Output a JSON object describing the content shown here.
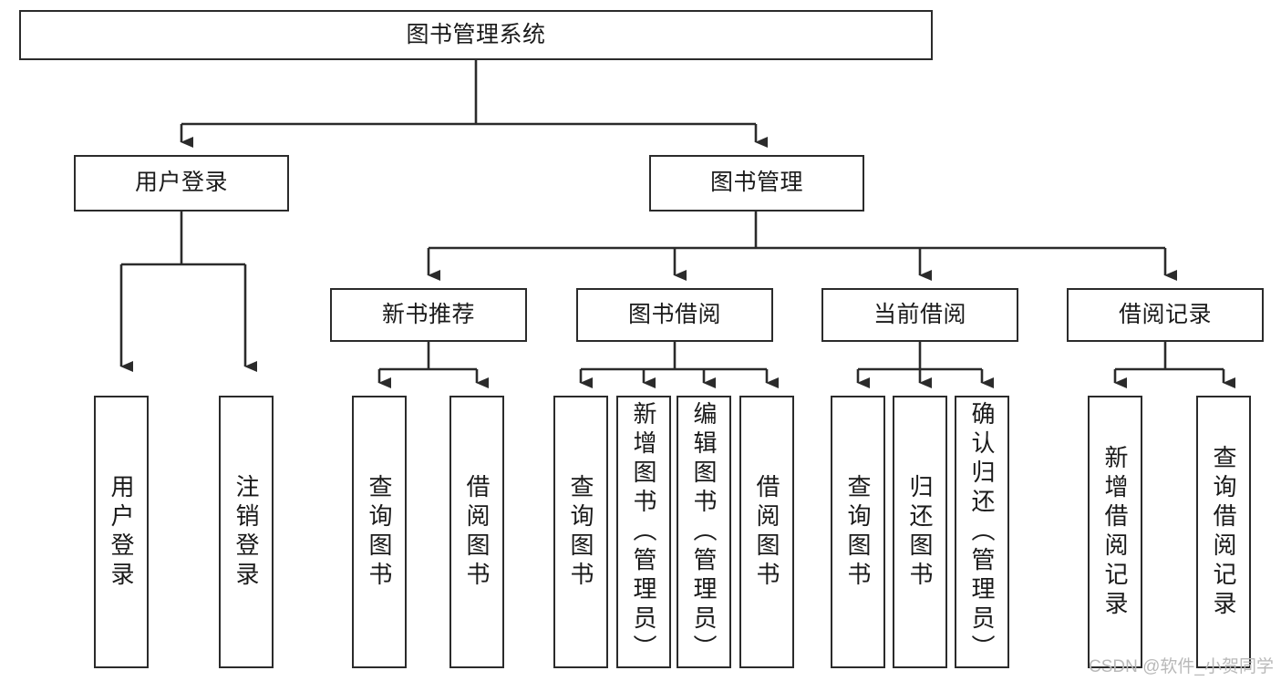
{
  "diagram": {
    "type": "tree",
    "title": "图书管理系统",
    "root": {
      "id": "root",
      "label": "图书管理系统"
    },
    "level2": [
      {
        "id": "user-login",
        "label": "用户登录"
      },
      {
        "id": "book-management",
        "label": "图书管理"
      }
    ],
    "level3": [
      {
        "id": "new-book-recommend",
        "label": "新书推荐",
        "parent": "book-management"
      },
      {
        "id": "book-borrow",
        "label": "图书借阅",
        "parent": "book-management"
      },
      {
        "id": "current-borrow",
        "label": "当前借阅",
        "parent": "book-management"
      },
      {
        "id": "borrow-record",
        "label": "借阅记录",
        "parent": "book-management"
      }
    ],
    "leaves": [
      {
        "id": "leaf-user-login",
        "label": "用户登录",
        "parent": "user-login"
      },
      {
        "id": "leaf-logout",
        "label": "注销登录",
        "parent": "user-login"
      },
      {
        "id": "leaf-query-book-1",
        "label": "查询图书",
        "parent": "new-book-recommend"
      },
      {
        "id": "leaf-borrow-book-1",
        "label": "借阅图书",
        "parent": "new-book-recommend"
      },
      {
        "id": "leaf-query-book-2",
        "label": "查询图书",
        "parent": "book-borrow"
      },
      {
        "id": "leaf-add-book",
        "label": "新增图书（管理员）",
        "parent": "book-borrow"
      },
      {
        "id": "leaf-edit-book",
        "label": "编辑图书（管理员）",
        "parent": "book-borrow"
      },
      {
        "id": "leaf-borrow-book-2",
        "label": "借阅图书",
        "parent": "book-borrow"
      },
      {
        "id": "leaf-query-book-3",
        "label": "查询图书",
        "parent": "current-borrow"
      },
      {
        "id": "leaf-return-book",
        "label": "归还图书",
        "parent": "current-borrow"
      },
      {
        "id": "leaf-confirm-return",
        "label": "确认归还（管理员）",
        "parent": "current-borrow"
      },
      {
        "id": "leaf-add-record",
        "label": "新增借阅记录",
        "parent": "borrow-record"
      },
      {
        "id": "leaf-query-record",
        "label": "查询借阅记录",
        "parent": "borrow-record"
      }
    ]
  },
  "watermark": {
    "text": "CSDN @软件_小贺同学"
  },
  "colors": {
    "stroke": "#2b2b2b",
    "background": "#ffffff",
    "text": "#1a1a1a",
    "watermark": "#b9b9b9"
  }
}
